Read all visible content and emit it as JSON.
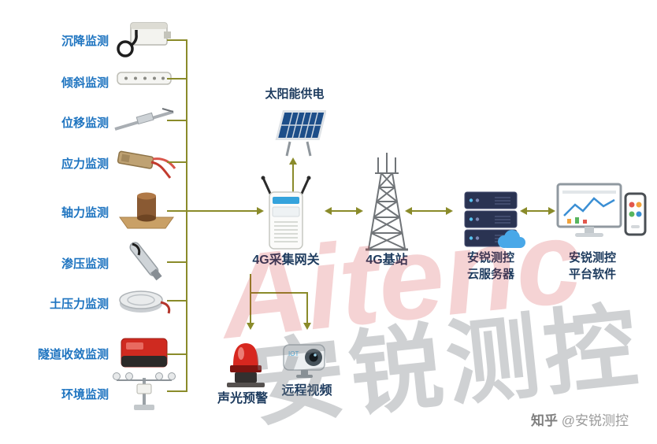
{
  "sensors": [
    {
      "label": "沉降监测",
      "icon": "settlement-sensor"
    },
    {
      "label": "倾斜监测",
      "icon": "tilt-sensor"
    },
    {
      "label": "位移监测",
      "icon": "displacement-sensor"
    },
    {
      "label": "应力监测",
      "icon": "stress-sensor"
    },
    {
      "label": "轴力监测",
      "icon": "axial-force-sensor"
    },
    {
      "label": "渗压监测",
      "icon": "seepage-pressure-sensor"
    },
    {
      "label": "土压力监测",
      "icon": "earth-pressure-sensor"
    },
    {
      "label": "隧道收敛监测",
      "icon": "tunnel-convergence-sensor"
    },
    {
      "label": "环境监测",
      "icon": "environment-sensor"
    }
  ],
  "power": {
    "label": "太阳能供电"
  },
  "gateway": {
    "label": "4G采集网关"
  },
  "base_station": {
    "label": "4G基站"
  },
  "cloud_server": {
    "label_line1": "安锐测控",
    "label_line2": "云服务器"
  },
  "platform": {
    "label_line1": "安锐测控",
    "label_line2": "平台软件"
  },
  "alarm": {
    "label": "声光预警"
  },
  "video": {
    "label": "远程视频",
    "device_text": "IOT"
  },
  "watermark": {
    "cn": "安锐测控",
    "en": "Aitenc"
  },
  "footer": {
    "brand": "知乎",
    "handle": "@安锐测控"
  },
  "colors": {
    "label_blue": "#1e74c0",
    "label_navy": "#1d3b5e",
    "line_olive": "#8a8b2a",
    "alarm_red": "#d7271f",
    "cloud_blue": "#49a8e8"
  }
}
